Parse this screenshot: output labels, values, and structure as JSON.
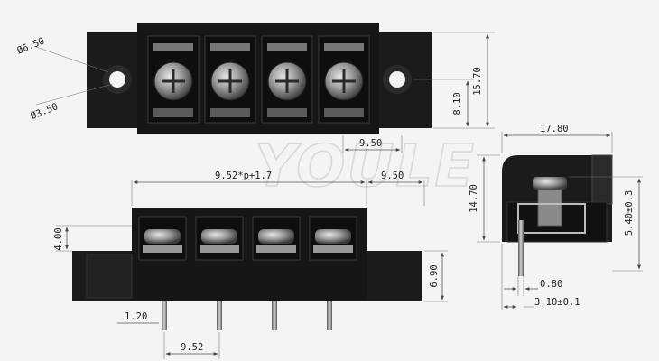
{
  "watermark": "YOULE",
  "top_view": {
    "dims": {
      "hole_outer": "Ø6.50",
      "hole_inner": "Ø3.50",
      "height_total": "15.70",
      "height_mid": "8.10",
      "pitch": "9.50"
    },
    "positions": 4
  },
  "front_view": {
    "dims": {
      "overall": "9.52*p+1.7",
      "pitch_top": "9.50",
      "height_top": "4.00",
      "height_body": "6.90",
      "pin_width": "1.20",
      "pin_pitch": "9.52"
    }
  },
  "side_view": {
    "dims": {
      "width": "17.80",
      "height": "14.70",
      "height_screw": "5.40±0.3",
      "pin_thick": "0.80",
      "pin_offset": "3.10±0.1"
    }
  },
  "colors": {
    "body": "#1b1b1b",
    "metal": "#8a8a8a",
    "background": "#f4f4f4"
  }
}
